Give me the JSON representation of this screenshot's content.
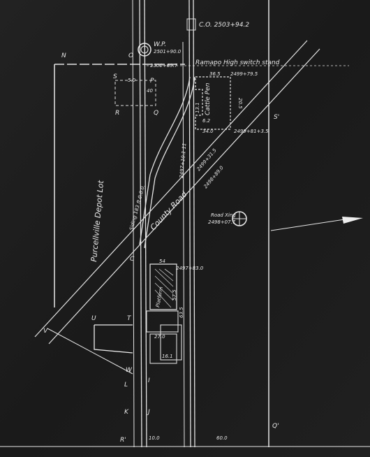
{
  "plan": {
    "labels": {
      "co": "C.O. 2503+94.2",
      "wp": "W.P.",
      "wp_station": "2501+90.0",
      "n": "N",
      "o": "O",
      "station_2500": "2500+69.7",
      "switchstand": "Ramapo High switch stand",
      "p": "P",
      "r": "R",
      "q": "Q",
      "s": "S",
      "s_prime": "S'",
      "dim_50": "5.0",
      "dim_40": "40",
      "depot_lot": "Purcellville Depot Lot",
      "siding": "Siding 183 ft 0.0.0.",
      "cattle_pen": "Cattle Pen",
      "cp_365": "36.5",
      "cp_station": "2499+79.5",
      "cp_205": "20.5",
      "cp_131": "13.1",
      "cp_62": "6.2",
      "cp_340": "34.0",
      "cp_station2": "2499+81+3.5",
      "track_station": "2497+10.1 11",
      "road_station1": "2499+31.5",
      "road_station2": "2498+89.0",
      "county_road": "County Road",
      "road_xing": "Road Xing",
      "road_xing_station": "2498+07.7",
      "c": "C",
      "station_2497": "2497+83.0",
      "dim_54": "54",
      "platform": "Platform",
      "dim_575": "57.5",
      "dim_635": "63.5",
      "dim_270": "27.0",
      "dim_161": "16.1",
      "u": "U",
      "t": "T",
      "v": "V",
      "w": "W",
      "l": "L",
      "i": "I",
      "k": "K",
      "j": "J",
      "r_prime": "R'",
      "dim_100": "10.0",
      "dim_600": "60.0",
      "q_prime": "Q'"
    }
  }
}
